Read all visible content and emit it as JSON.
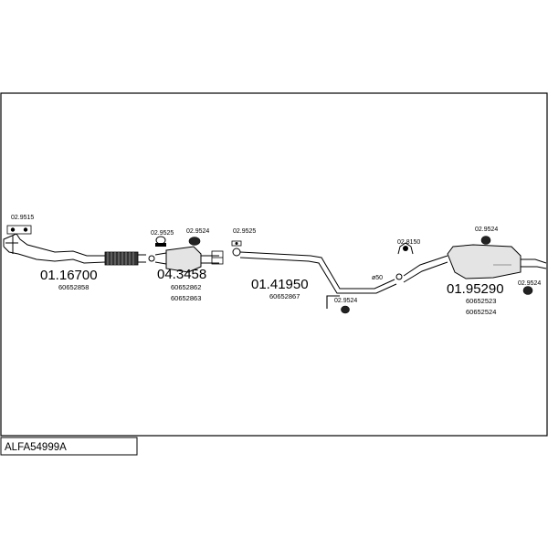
{
  "title": "ALFA54999A",
  "parts": [
    {
      "number": "01.16700",
      "refs": [
        "60652858"
      ]
    },
    {
      "number": "04.3458",
      "refs": [
        "60652862",
        "60652863"
      ]
    },
    {
      "number": "01.41950",
      "refs": [
        "60652867"
      ]
    },
    {
      "number": "01.95290",
      "refs": [
        "60652523",
        "60652524"
      ]
    }
  ],
  "fittings": [
    {
      "number": "02.9515"
    },
    {
      "number": "02.9525"
    },
    {
      "number": "02.9524"
    },
    {
      "number": "02.9525"
    },
    {
      "number": "02.9524"
    },
    {
      "number": "02.8150"
    },
    {
      "number": "02.9524"
    },
    {
      "number": "02.9524"
    }
  ],
  "diameter_label": "ø50",
  "colors": {
    "line": "#000000",
    "part_fill": "#e4e4e4",
    "background": "#ffffff"
  }
}
